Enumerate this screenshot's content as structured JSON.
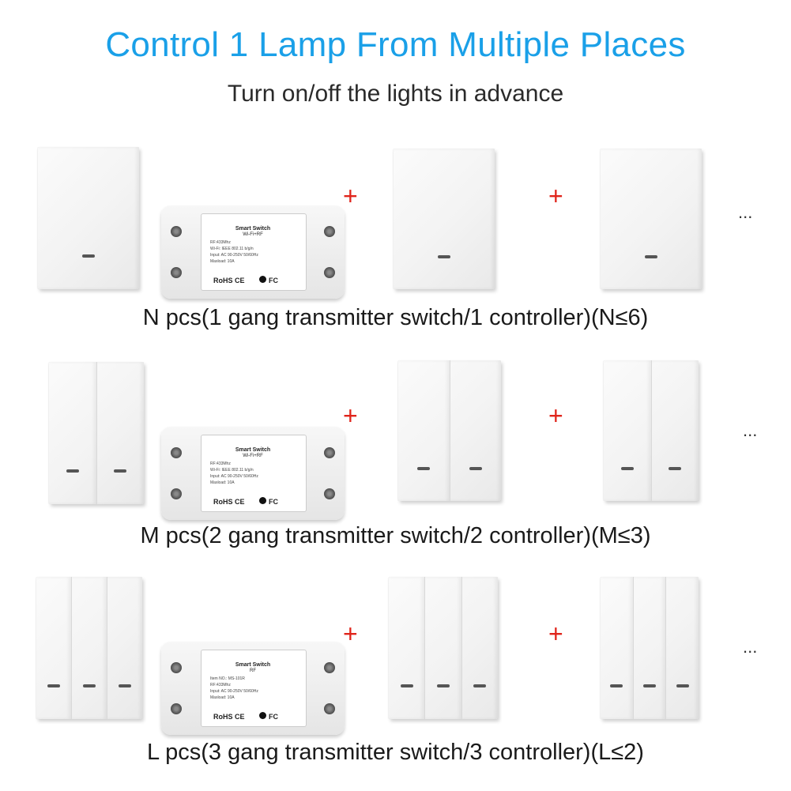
{
  "header": {
    "title": "Control 1 Lamp From Multiple Places",
    "subtitle": "Turn on/off the lights in advance"
  },
  "rows": [
    {
      "caption": "N pcs(1 gang transmitter switch/1 controller)(N≤6)",
      "gangs": 1,
      "module": {
        "title": "Smart Switch",
        "subtitle": "Wi-Fi+RF",
        "lines": [
          "RF:433Mhz",
          "Wi-Fi: IEEE 802.11 b/g/n",
          "Input: AC 90-250V 50/60Hz",
          "Maxload: 10A"
        ]
      }
    },
    {
      "caption": "M pcs(2 gang transmitter switch/2 controller)(M≤3)",
      "gangs": 2,
      "module": {
        "title": "Smart Switch",
        "subtitle": "Wi-Fi+RF",
        "lines": [
          "RF:433Mhz",
          "Wi-Fi: IEEE 802.11 b/g/n",
          "Input: AC 90-250V 50/60Hz",
          "Maxload: 10A"
        ]
      }
    },
    {
      "caption": "L pcs(3 gang transmitter switch/3 controller)(L≤2)",
      "gangs": 3,
      "module": {
        "title": "Smart Switch",
        "subtitle": "RF",
        "lines": [
          "Item NO.: MS-101R",
          "RF:433Mhz",
          "Input: AC 90-250V 50/60Hz",
          "Maxload: 10A"
        ]
      }
    }
  ],
  "symbols": {
    "plus": "+",
    "ellipsis": "..."
  },
  "module_marks": {
    "rohs": "RoHS CE",
    "fc": "FC"
  },
  "colors": {
    "title": "#1aa0e8",
    "plus": "#e0241b"
  }
}
